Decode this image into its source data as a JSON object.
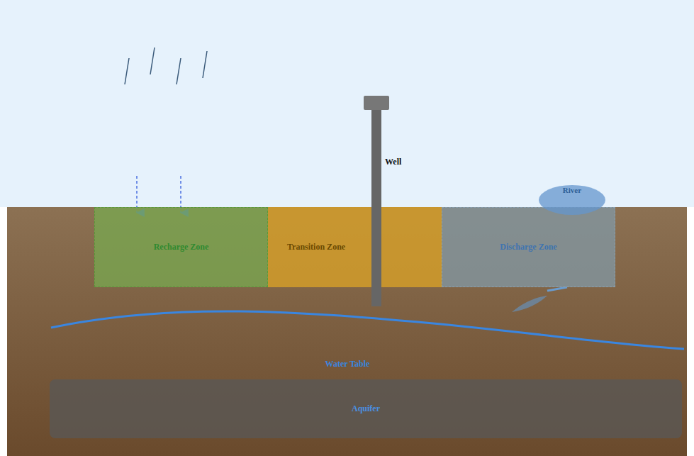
{
  "diagram": {
    "nodes": [
      {
        "text": [
          "Recharge Zone"
        ]
      },
      {
        "text": [
          "Transition Zone"
        ]
      },
      {
        "text": [
          "Discharge Zone"
        ]
      },
      {
        "text": [
          "River"
        ]
      },
      {
        "text": [
          "Aquifer"
        ]
      }
    ],
    "labels": [
      "Well",
      "Water Table"
    ]
  }
}
